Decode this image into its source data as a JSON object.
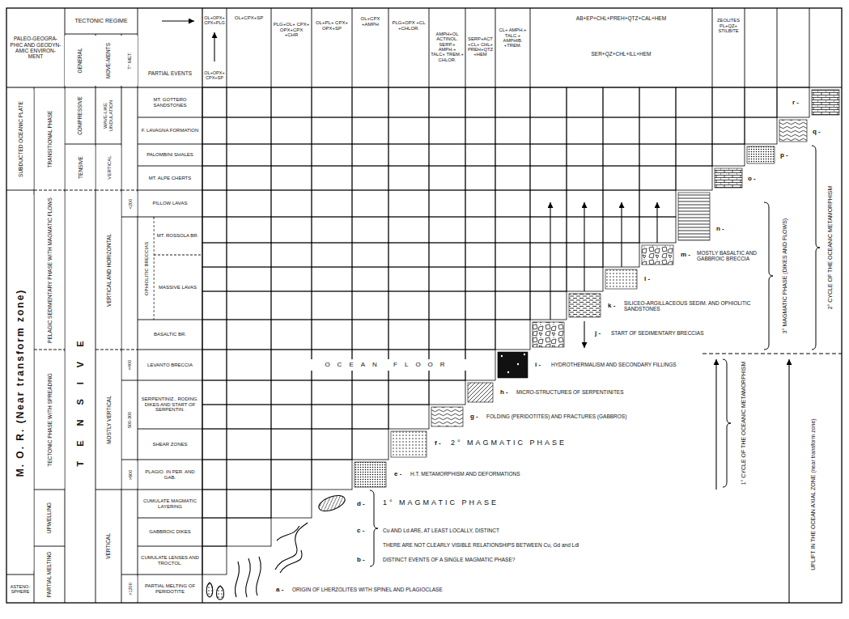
{
  "diagram": {
    "labels": [
      "PALEO-GEOGRA-PHIC AND GEODYN-AMIC ENVIRON-MENT",
      "TECTONIC REGIME",
      "GENERAL",
      "MOVE-MENTS",
      "T° MET.",
      "PARTIAL EVENTS",
      "OL+OPX+ CPX+PLG",
      "OL+OPX+ CPX+SP",
      "OL+CPX+SP",
      "PLG+OL+ CPX+ OPX+CPX +CHR",
      "OL+PL+ CPX+ OPX+SP",
      "OL+CPX +AMPH",
      "PLG+OPX +CL +CHLOR.",
      "AMPH+OL ACTINOL. SERP.+ AMPH.+ TALC+ TREM.+ CHLOR.",
      "SERP+ACT +CL+ CHL+ PREH+QTZ +HEM",
      "CL+ AMPH.+ TALC.+ AMPHIB. +TREM.",
      "AB+EP+CHL+PREH+QTZ+CAL+HEM",
      "SER+QZ+CHL+ILL+HEM",
      "ZEOLITES PL+QZ+ STILBITE",
      "SUBDUCTED OCEANIC PLATE",
      "M. O. R. (Near transform zone)",
      "ASTENO-SPHERE",
      "TRANSITIONAL PHASE",
      "PELAGIC SEDIMENTARY PHASE WITH MAGMATIC FLOWS",
      "TECTONIC PHASE WITH SPREADING",
      "UPWELLING",
      "PARTIAL MELTING",
      "COMPRESSIVE",
      "TENSIVE",
      "TENSIVE",
      "WAVE-LIKE UNDULATION",
      "VERTICAL",
      "VERTICAL AND HORIZONTAL",
      "MOSTLY VERTICAL",
      "VERTICAL",
      "<200",
      "<400",
      "500-300",
      ">900",
      ">1200",
      "MT. GOTTERO SANDSTONES",
      "F. LAVAGNA FORMATION",
      "PALOMBINI SHALES",
      "MT. ALPE CHERTS",
      "PILLOW LAVAS",
      "OPHIOLITIC BRECCIAS",
      "MT. ROSSOLA BR.",
      "MASSIVE LAVAS",
      "BASALTIC BR.",
      "LEVANTO BRECCIA",
      "SERPENTINIZ., RODING. DIKES AND START OF SERPENTIN.",
      "SHEAR ZONES",
      "PLAGIO. IN PER. AND GAB.",
      "CUMULATE MAGMATIC LAYERING",
      "GABBROIC DIKES",
      "CUMULATE LENSES AND TROCTOL.",
      "PARTIAL MELTING OF PERIDOTITE",
      "OCEAN FLOOR",
      "a -",
      "ORIGIN OF LHERZOLITES WITH SPINEL AND PLAGIOCLASE",
      "d -",
      "1° MAGMATIC PHASE",
      "c -",
      "Cu AND Ld ARE, AT LEAST LOCALLY, DISTINCT",
      "THERE ARE NOT CLEARLY VISIBLE RELATIONSHIPS BETWEEN Cu, Gd and Ldl",
      "b -",
      "DISTINCT EVENTS OF A SINGLE MAGMATIC PHASE?",
      "e -",
      "H.T. METAMORPHISM AND DEFORMATIONS",
      "f -",
      "2° MAGMATIC PHASE",
      "g -",
      "FOLDING (PERIDOTITES) AND FRACTURES (GABBROS)",
      "h -",
      "MICRO-STRUCTURES OF SERPENTINITES",
      "i -",
      "HYDROTHERMALISM AND SECONDARY FILLINGS",
      "j -",
      "START OF SEDIMENTARY BRECCIAS",
      "k -",
      "SILICEO-ARGILLACEOUS SEDIM. AND OPHIOLITIC SANDSTONES",
      "l -",
      "m -",
      "MOSTLY BASALTIC AND GABBROIC BRECCIA",
      "n -",
      "o -",
      "p -",
      "q -",
      "r -",
      "3° MAGMATIC PHASE (DIKES AND FLOWS)",
      "2° CYCLE OF THE OCEANIC METAMORPHISM",
      "1° CYCLE OF THE OCEANIC METAMORPHISM",
      "UPLIFT IN THE OCEAN AXIAL ZONE (near transform zone)"
    ]
  }
}
